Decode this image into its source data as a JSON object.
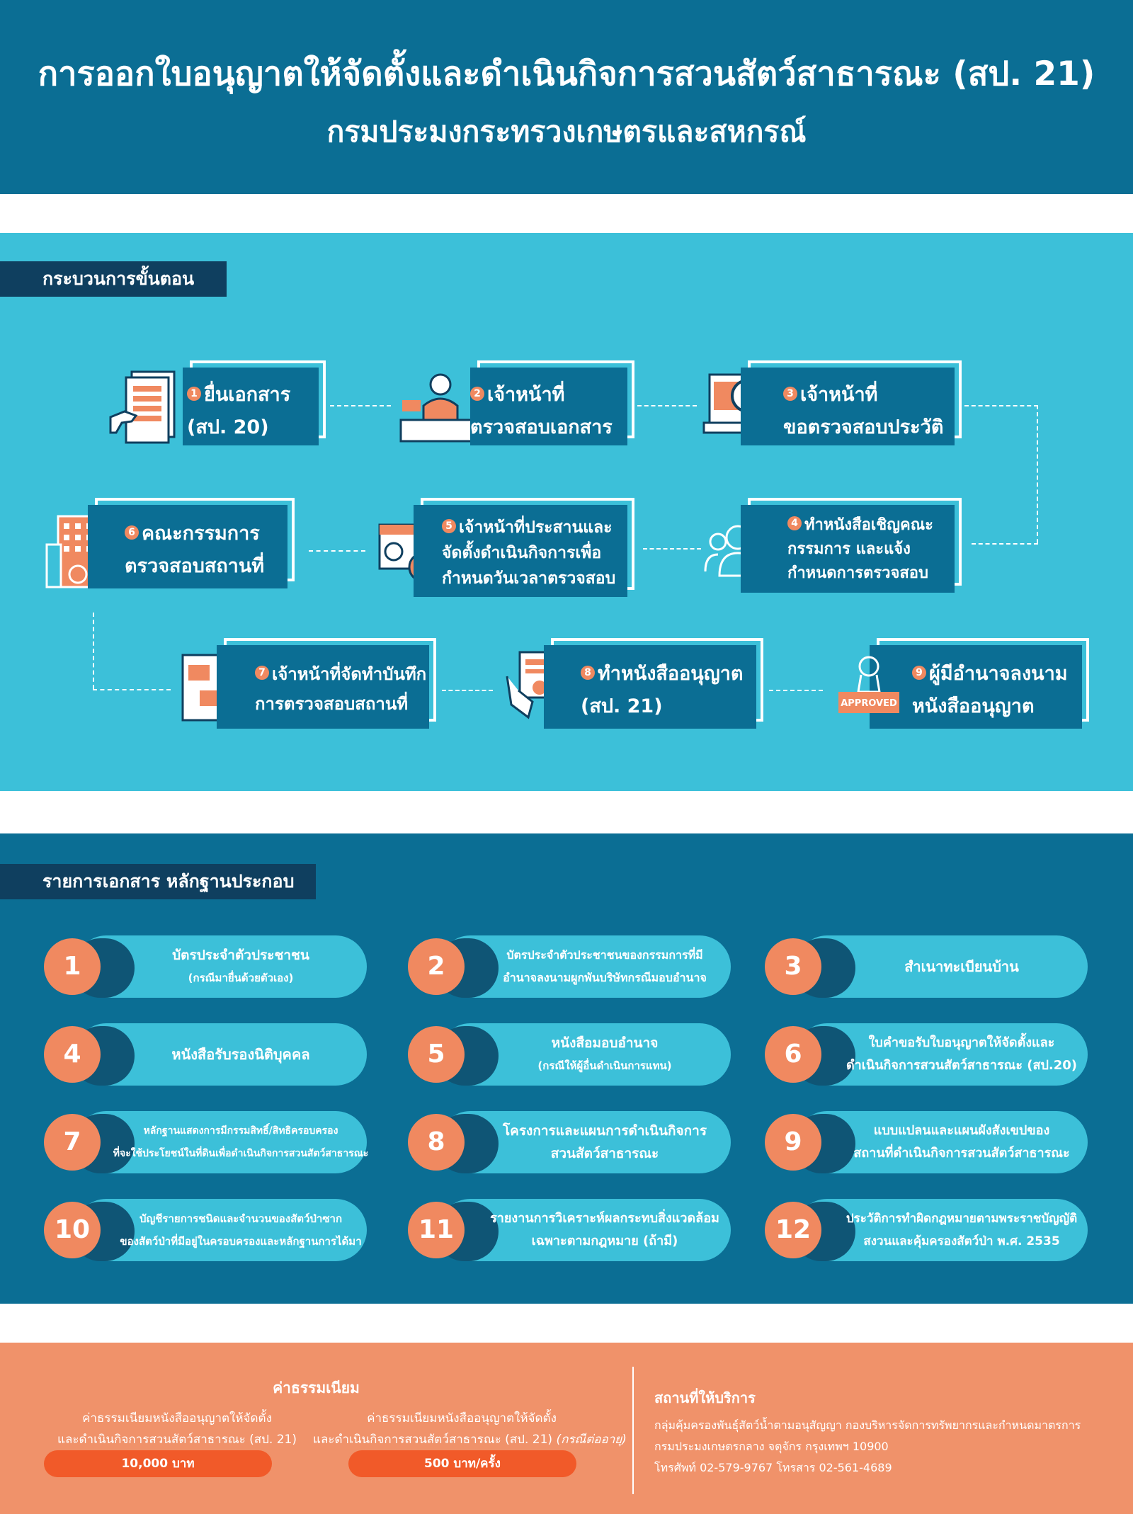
{
  "header": {
    "title": "การออกใบอนุญาตให้จัดตั้งและดำเนินกิจการสวนสัตว์สาธารณะ (สป. 21)",
    "subtitle": "กรมประมงกระทรวงเกษตรและสหกรณ์"
  },
  "process": {
    "section_label": "กระบวนการขั้นตอน",
    "steps": [
      {
        "num": "1",
        "lines": [
          "ยื่นเอกสาร",
          "(สป. 20)"
        ],
        "icon": "document-form-icon"
      },
      {
        "num": "2",
        "lines": [
          "เจ้าหน้าที่",
          "ตรวจสอบเอกสาร"
        ],
        "icon": "officer-desk-icon"
      },
      {
        "num": "3",
        "lines": [
          "เจ้าหน้าที่",
          "ขอตรวจสอบประวัติ"
        ],
        "icon": "magnifier-document-icon"
      },
      {
        "num": "4",
        "lines": [
          "ทำหนังสือเชิญคณะ",
          "กรรมการ และแจ้ง",
          "กำหนดการตรวจสอบ"
        ],
        "icon": "committee-group-icon"
      },
      {
        "num": "5",
        "lines": [
          "เจ้าหน้าที่ประสานและ",
          "จัดตั้งดำเนินกิจการเพื่อ",
          "กำหนดวันเวลาตรวจสอบ"
        ],
        "icon": "calendar-clock-icon"
      },
      {
        "num": "6",
        "lines": [
          "คณะกรรมการ",
          "ตรวจสอบสถานที่"
        ],
        "icon": "building-icon"
      },
      {
        "num": "7",
        "lines": [
          "เจ้าหน้าที่จัดทำบันทึก",
          "การตรวจสอบสถานที่"
        ],
        "icon": "report-pencil-icon"
      },
      {
        "num": "8",
        "lines": [
          "ทำหนังสืออนุญาต",
          "(สป. 21)"
        ],
        "icon": "certificate-hands-icon"
      },
      {
        "num": "9",
        "lines": [
          "ผู้มีอำนาจลงนาม",
          "หนังสืออนุญาต"
        ],
        "icon": "approved-stamp-icon",
        "stamp": "APPROVED"
      }
    ]
  },
  "documents": {
    "section_label": "รายการเอกสาร หลักฐานประกอบ",
    "items": [
      {
        "num": "1",
        "lines": [
          "บัตรประจำตัวประชาชน",
          "(กรณีมายื่นด้วยตัวเอง)"
        ]
      },
      {
        "num": "2",
        "lines": [
          "บัตรประจำตัวประชาชนของกรรมการที่มี",
          "อำนาจลงนามผูกพันบริษัทกรณีมอบอำนาจ"
        ]
      },
      {
        "num": "3",
        "lines": [
          "สำเนาทะเบียนบ้าน"
        ]
      },
      {
        "num": "4",
        "lines": [
          "หนังสือรับรองนิติบุคคล"
        ]
      },
      {
        "num": "5",
        "lines": [
          "หนังสือมอบอำนาจ",
          "(กรณีให้ผู้อื่นดำเนินการแทน)"
        ]
      },
      {
        "num": "6",
        "lines": [
          "ใบคำขอรับใบอนุญาตให้จัดตั้งและ",
          "ดำเนินกิจการสวนสัตว์สาธารณะ (สป.20)"
        ]
      },
      {
        "num": "7",
        "lines": [
          "หลักฐานแสดงการมีกรรมสิทธิ์/สิทธิครอบครอง",
          "ที่จะใช้ประโยชน์ในที่ดินเพื่อดำเนินกิจการสวนสัตว์สาธารณะ"
        ]
      },
      {
        "num": "8",
        "lines": [
          "โครงการและแผนการดำเนินกิจการ",
          "สวนสัตว์สาธารณะ"
        ]
      },
      {
        "num": "9",
        "lines": [
          "แบบแปลนและแผนผังสังเขปของ",
          "สถานที่ดำเนินกิจการสวนสัตว์สาธารณะ"
        ]
      },
      {
        "num": "10",
        "lines": [
          "บัญชีรายการชนิดและจำนวนของสัตว์ป่าซาก",
          "ของสัตว์ป่าที่มีอยู่ในครอบครองและหลักฐานการได้มา"
        ]
      },
      {
        "num": "11",
        "lines": [
          "รายงานการวิเคราะห์ผลกระทบสิ่งแวดล้อม",
          "เฉพาะตามกฎหมาย (ถ้ามี)"
        ]
      },
      {
        "num": "12",
        "lines": [
          "ประวัติการทำผิดกฎหมายตามพระราชบัญญัติ",
          "สงวนและคุ้มครองสัตว์ป่า พ.ศ. 2535"
        ]
      }
    ]
  },
  "fees": {
    "title": "ค่าธรรมเนียม",
    "fee1": {
      "line1": "ค่าธรรมเนียมหนังสืออนุญาตให้จัดตั้ง",
      "line2": "และดำเนินกิจการสวนสัตว์สาธารณะ (สป. 21)",
      "amount": "10,000 บาท"
    },
    "fee2": {
      "line1": "ค่าธรรมเนียมหนังสืออนุญาตให้จัดตั้ง",
      "line2": "และดำเนินกิจการสวนสัตว์สาธารณะ (สป. 21)",
      "line2_note": "(กรณีต่ออายุ)",
      "amount": "500 บาท/ครั้ง"
    }
  },
  "service": {
    "title": "สถานที่ให้บริการ",
    "lines": [
      "กลุ่มคุ้มครองพันธุ์สัตว์น้ำตามอนุสัญญา กองบริหารจัดการทรัพยากรและกำหนดมาตรการ",
      "กรมประมงเกษตรกลาง จตุจักร กรุงเทพฯ 10900",
      "โทรศัพท์ 02-579-9767 โทรสาร 02-561-4689"
    ]
  },
  "colors": {
    "dark_blue": "#0b6e94",
    "navy": "#0f3f5f",
    "cyan": "#3cc0d9",
    "orange": "#f08960",
    "red_orange": "#f15a29"
  }
}
